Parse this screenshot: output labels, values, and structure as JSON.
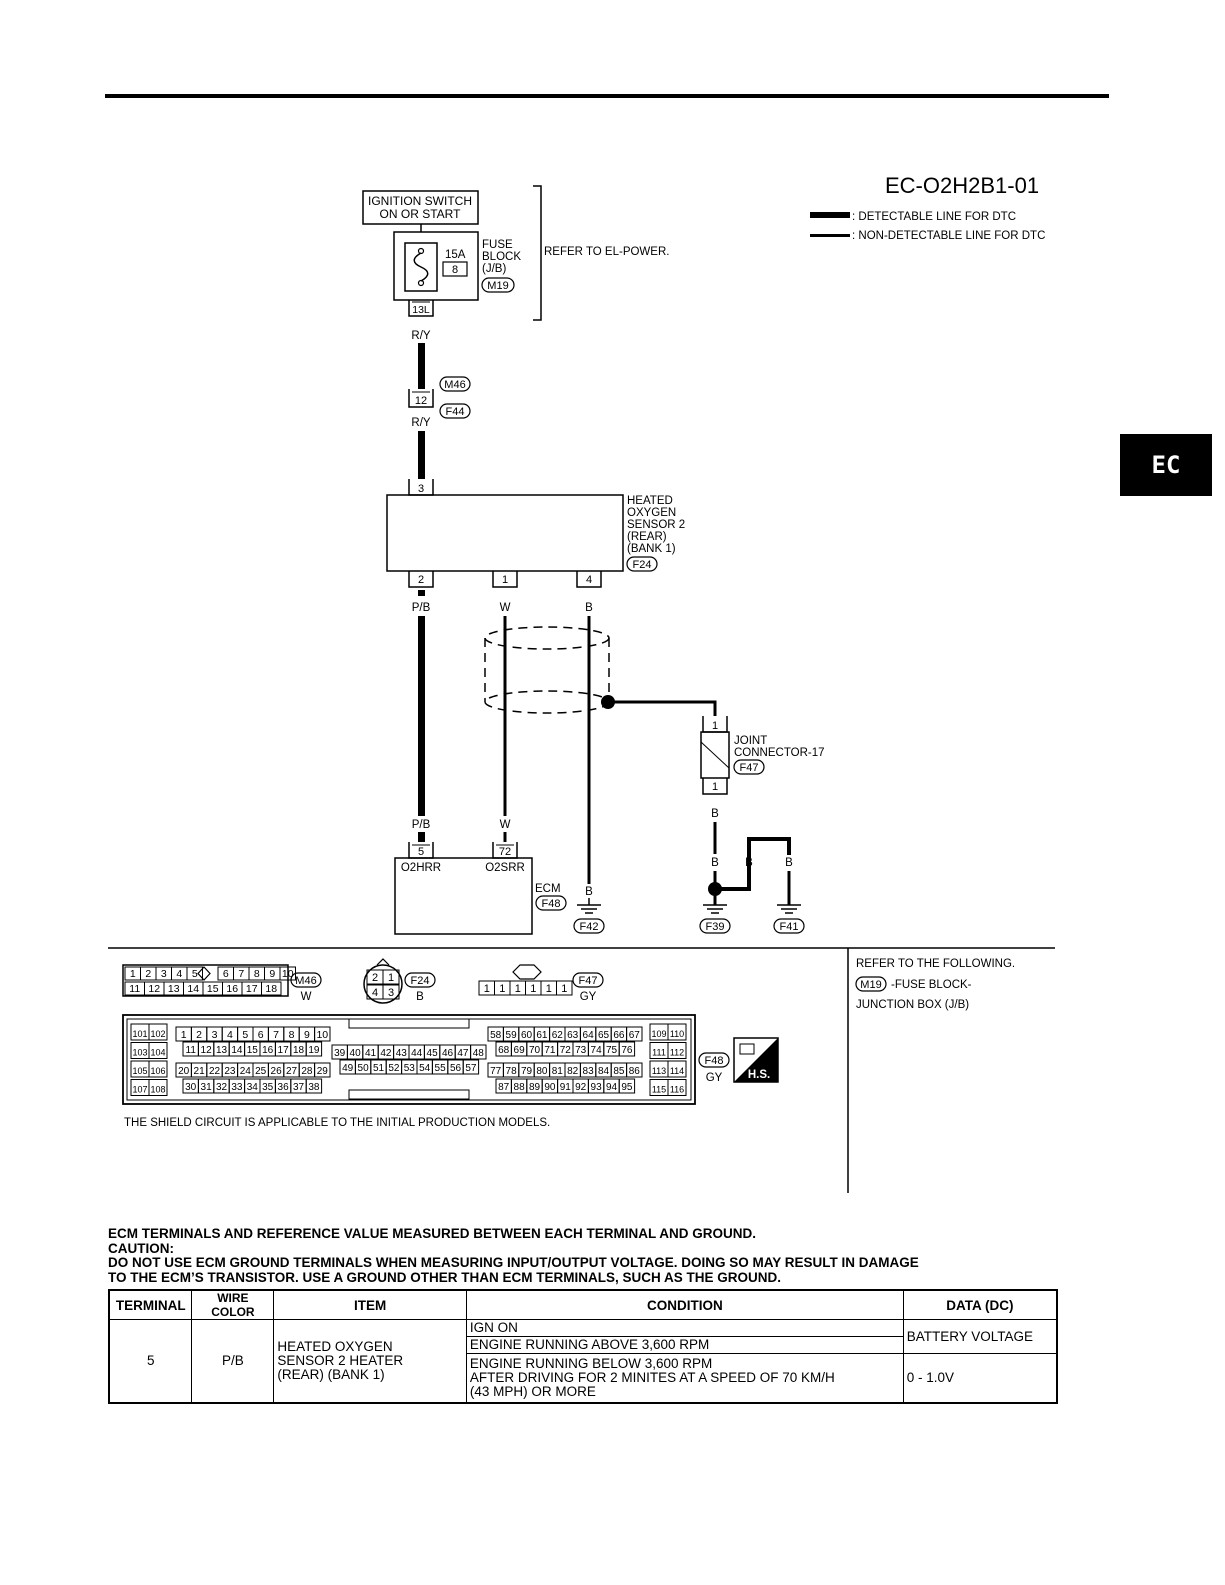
{
  "diagram_code": "EC-O2H2B1-01",
  "tab_label": "EC",
  "legend": {
    "detectable": ": DETECTABLE LINE FOR DTC",
    "non_detectable": ": NON-DETECTABLE LINE FOR DTC"
  },
  "power": {
    "ignition_line1": "IGNITION SWITCH",
    "ignition_line2": "ON OR START",
    "fuse_amp": "15A",
    "fuse_number": "8",
    "fuse_block_line1": "FUSE",
    "fuse_block_line2": "BLOCK",
    "fuse_block_line3": "(J/B)",
    "fuse_block_connector": "M19",
    "fuse_terminal": "13L",
    "refer": "REFER TO EL-POWER."
  },
  "wires": {
    "ry_top": "R/Y",
    "ry_bottom": "R/Y",
    "pb_top": "P/B",
    "w_top": "W",
    "b_top": "B",
    "pb_bottom": "P/B",
    "w_bottom": "W",
    "b_jc_out": "B",
    "b_gnd1": "B",
    "b_gnd2": "B",
    "b_gnd3": "B",
    "b_ecm_gnd": "B"
  },
  "inline_connector": {
    "pin": "12",
    "male": "M46",
    "female": "F44"
  },
  "sensor": {
    "name_line1": "HEATED",
    "name_line2": "OXYGEN",
    "name_line3": "SENSOR 2",
    "name_line4": "(REAR)",
    "name_line5": "(BANK 1)",
    "connector": "F24",
    "pin_top": "3",
    "pin_a": "2",
    "pin_b": "1",
    "pin_c": "4"
  },
  "joint": {
    "line1": "JOINT",
    "line2": "CONNECTOR-17",
    "connector": "F47",
    "pin_top": "1",
    "pin_bottom": "1"
  },
  "ecm": {
    "pin_a": "5",
    "pin_b": "72",
    "label_a": "O2HRR",
    "label_b": "O2SRR",
    "name": "ECM",
    "connector": "F48"
  },
  "grounds": {
    "g1": "F42",
    "g2": "F39",
    "g3": "F41"
  },
  "connector_views": {
    "m46_row1": [
      "1",
      "2",
      "3",
      "4",
      "5",
      "6",
      "7",
      "8",
      "9",
      "10"
    ],
    "m46_row2": [
      "11",
      "12",
      "13",
      "14",
      "15",
      "16",
      "17",
      "18"
    ],
    "m46_label": "M46",
    "m46_color": "W",
    "f24_pins": [
      "2",
      "1",
      "4",
      "3"
    ],
    "f24_label": "F24",
    "f24_color": "B",
    "f47_pins": [
      "1",
      "1",
      "1",
      "1",
      "1",
      "1"
    ],
    "f47_label": "F47",
    "f47_color": "GY",
    "f48_label": "F48",
    "f48_color": "GY",
    "hs_label": "H.S.",
    "ecm_g1": [
      "101",
      "102",
      "103",
      "104",
      "105",
      "106",
      "107",
      "108"
    ],
    "ecm_g2_r1": [
      "1",
      "2",
      "3",
      "4",
      "5",
      "6",
      "7",
      "8",
      "9",
      "10"
    ],
    "ecm_g2_r2": [
      "11",
      "12",
      "13",
      "14",
      "15",
      "16",
      "17",
      "18",
      "19"
    ],
    "ecm_g2_r3": [
      "20",
      "21",
      "22",
      "23",
      "24",
      "25",
      "26",
      "27",
      "28",
      "29"
    ],
    "ecm_g2_r4": [
      "30",
      "31",
      "32",
      "33",
      "34",
      "35",
      "36",
      "37",
      "38"
    ],
    "ecm_g3_r1": [
      "39",
      "40",
      "41",
      "42",
      "43",
      "44",
      "45",
      "46",
      "47",
      "48"
    ],
    "ecm_g3_r2": [
      "49",
      "50",
      "51",
      "52",
      "53",
      "54",
      "55",
      "56",
      "57"
    ],
    "ecm_g4_r1": [
      "58",
      "59",
      "60",
      "61",
      "62",
      "63",
      "64",
      "65",
      "66",
      "67"
    ],
    "ecm_g4_r2": [
      "68",
      "69",
      "70",
      "71",
      "72",
      "73",
      "74",
      "75",
      "76"
    ],
    "ecm_g4_r3": [
      "77",
      "78",
      "79",
      "80",
      "81",
      "82",
      "83",
      "84",
      "85",
      "86"
    ],
    "ecm_g4_r4": [
      "87",
      "88",
      "89",
      "90",
      "91",
      "92",
      "93",
      "94",
      "95"
    ],
    "ecm_g5": [
      "109",
      "110",
      "111",
      "112",
      "113",
      "114",
      "115",
      "116"
    ]
  },
  "shield_note": "THE SHIELD CIRCUIT IS APPLICABLE TO THE INITIAL PRODUCTION MODELS.",
  "refer_side": {
    "line1": "REFER TO THE FOLLOWING.",
    "connector": "M19",
    "line2": "-FUSE BLOCK-",
    "line3": "JUNCTION BOX (J/B)"
  },
  "caution": {
    "line1": "ECM TERMINALS AND REFERENCE VALUE MEASURED BETWEEN EACH TERMINAL AND GROUND.",
    "line2": "CAUTION:",
    "line3": "DO NOT USE ECM GROUND TERMINALS WHEN MEASURING INPUT/OUTPUT VOLTAGE. DOING SO MAY RESULT IN DAMAGE",
    "line4": "TO THE ECM’S TRANSISTOR. USE A GROUND OTHER THAN ECM TERMINALS, SUCH AS THE GROUND."
  },
  "table": {
    "headers": {
      "terminal": "TERMINAL",
      "wire_color": "WIRE COLOR",
      "item": "ITEM",
      "condition": "CONDITION",
      "data": "DATA (DC)"
    },
    "terminal": "5",
    "wire_color": "P/B",
    "item_line1": "HEATED OXYGEN",
    "item_line2": "SENSOR 2 HEATER",
    "item_line3": "(REAR) (BANK 1)",
    "cond1": "IGN ON",
    "cond2": "ENGINE RUNNING ABOVE 3,600 RPM",
    "cond3_line1": "ENGINE RUNNING BELOW 3,600 RPM",
    "cond3_line2": "AFTER DRIVING FOR 2 MINITES AT A SPEED OF 70 KM/H",
    "cond3_line3": "(43 MPH) OR MORE",
    "data1": "BATTERY VOLTAGE",
    "data2": "0 - 1.0V"
  }
}
